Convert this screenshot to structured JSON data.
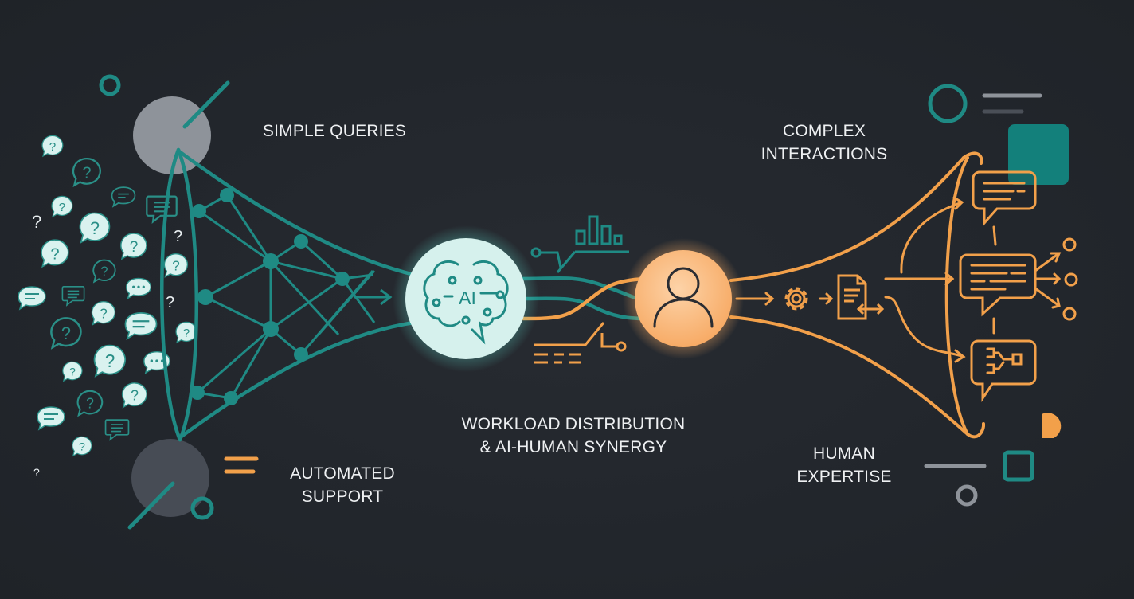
{
  "labels": {
    "simple_queries": "SIMPLE QUERIES",
    "automated_support_line1": "AUTOMATED",
    "automated_support_line2": "SUPPORT",
    "workload_line1": "WORKLOAD DISTRIBUTION",
    "workload_line2": "& AI-HUMAN SYNERGY",
    "complex_line1": "COMPLEX",
    "complex_line2": "INTERACTIONS",
    "human_line1": "HUMAN",
    "human_line2": "EXPERTISE"
  },
  "nodes": {
    "ai_hub": {
      "text": "AI",
      "icon": "brain-circuit-icon"
    },
    "human_hub": {
      "icon": "person-icon"
    }
  },
  "icons": {
    "left_bubbles": [
      "question-bubble-icon",
      "message-bubble-icon",
      "typing-bubble-icon"
    ],
    "center": [
      "bar-chart-icon",
      "text-lines-icon"
    ],
    "right": [
      "gear-icon",
      "document-exchange-icon",
      "message-bubble-icon",
      "flowchart-bubble-icon"
    ]
  },
  "colors": {
    "background": "#22262c",
    "teal": "#1f8a84",
    "teal_light": "#d9f2ef",
    "orange": "#f2a04a",
    "orange_light": "#fcc48e",
    "gray_circle": "#8e939a",
    "gray_dark_circle": "#484d56",
    "text": "#eef0f2"
  }
}
